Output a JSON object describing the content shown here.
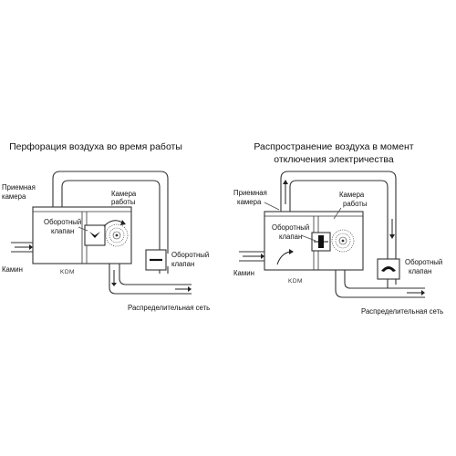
{
  "diagrams": [
    {
      "title_lines": [
        "Перфорация воздуха во время работы"
      ],
      "labels": {
        "intake": [
          "Приемная",
          "камера"
        ],
        "work": [
          "Камера",
          "работы"
        ],
        "valve_inner": [
          "Оборотный",
          "клапан"
        ],
        "valve_outer": [
          "Оборотный",
          "клапан"
        ],
        "fireplace": "Камин",
        "unit": "KDM",
        "network": "Распределительная сеть"
      }
    },
    {
      "title_lines": [
        "Распространение воздуха в момент",
        "отключения электричества"
      ],
      "labels": {
        "intake": [
          "Приемная",
          "камера"
        ],
        "work": [
          "Камера",
          "работы"
        ],
        "valve_inner": [
          "Оборотный",
          "клапан"
        ],
        "valve_outer": [
          "Оборотный",
          "клапан"
        ],
        "fireplace": "Камин",
        "unit": "KDM",
        "network": "Распределительная сеть"
      }
    }
  ]
}
